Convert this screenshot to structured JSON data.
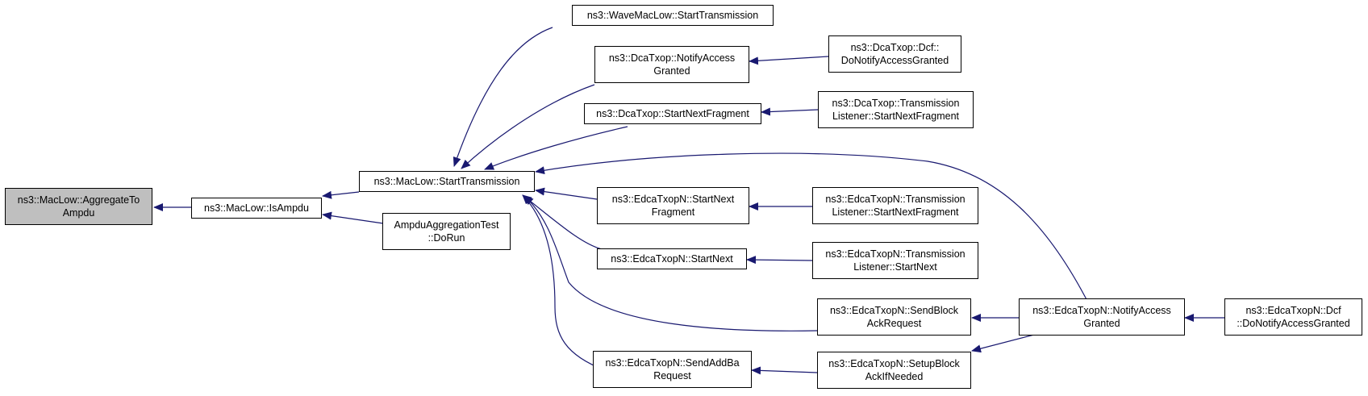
{
  "colors": {
    "edge": "#191970",
    "root_fill": "#bfbfbf",
    "node_fill": "#ffffff",
    "border": "#000000"
  },
  "nodes": {
    "aggregate_to_ampdu": {
      "lines": [
        "ns3::MacLow::AggregateTo",
        "Ampdu"
      ]
    },
    "is_ampdu": {
      "lines": [
        "ns3::MacLow::IsAmpdu"
      ]
    },
    "maclow_start_transmission": {
      "lines": [
        "ns3::MacLow::StartTransmission"
      ]
    },
    "ampdu_aggregation_test_dorun": {
      "lines": [
        "AmpduAggregationTest",
        "::DoRun"
      ]
    },
    "wavemaclow_start_transmission": {
      "lines": [
        "ns3::WaveMacLow::StartTransmission"
      ]
    },
    "dcatxop_notify_access_granted": {
      "lines": [
        "ns3::DcaTxop::NotifyAccess",
        "Granted"
      ]
    },
    "dcatxop_start_next_fragment": {
      "lines": [
        "ns3::DcaTxop::StartNextFragment"
      ]
    },
    "edcatxopn_start_next_fragment": {
      "lines": [
        "ns3::EdcaTxopN::StartNext",
        "Fragment"
      ]
    },
    "edcatxopn_start_next": {
      "lines": [
        "ns3::EdcaTxopN::StartNext"
      ]
    },
    "edcatxopn_send_block_ack_request": {
      "lines": [
        "ns3::EdcaTxopN::SendBlock",
        "AckRequest"
      ]
    },
    "edcatxopn_send_addba_request": {
      "lines": [
        "ns3::EdcaTxopN::SendAddBa",
        "Request"
      ]
    },
    "dcatxop_dcf_do_notify_access_granted": {
      "lines": [
        "ns3::DcaTxop::Dcf::",
        "DoNotifyAccessGranted"
      ]
    },
    "dcatxop_transmission_listener_start_next_fragment": {
      "lines": [
        "ns3::DcaTxop::Transmission",
        "Listener::StartNextFragment"
      ]
    },
    "edcatxopn_transmission_listener_start_next_fragment": {
      "lines": [
        "ns3::EdcaTxopN::Transmission",
        "Listener::StartNextFragment"
      ]
    },
    "edcatxopn_transmission_listener_start_next": {
      "lines": [
        "ns3::EdcaTxopN::Transmission",
        "Listener::StartNext"
      ]
    },
    "edcatxopn_notify_access_granted": {
      "lines": [
        "ns3::EdcaTxopN::NotifyAccess",
        "Granted"
      ]
    },
    "edcatxopn_setup_block_ack_if_needed": {
      "lines": [
        "ns3::EdcaTxopN::SetupBlock",
        "AckIfNeeded"
      ]
    },
    "edcatxopn_dcf_do_notify_access_granted": {
      "lines": [
        "ns3::EdcaTxopN::Dcf",
        "::DoNotifyAccessGranted"
      ]
    }
  }
}
